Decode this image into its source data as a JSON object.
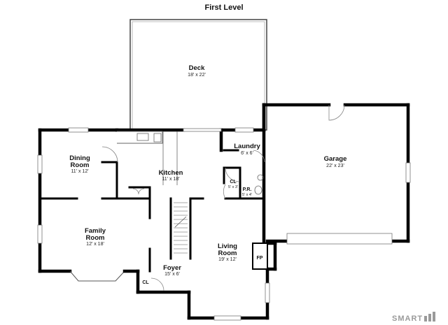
{
  "plan": {
    "title": "First Level",
    "rooms": [
      {
        "id": "deck",
        "name": "Deck",
        "dim": "18' x 22'"
      },
      {
        "id": "garage",
        "name": "Garage",
        "dim": "22' x 23'"
      },
      {
        "id": "laundry",
        "name": "Laundry",
        "dim": "6' x 6'"
      },
      {
        "id": "dining",
        "name": "Dining Room",
        "dim": "11' x 12'"
      },
      {
        "id": "kitchen",
        "name": "Kitchen",
        "dim": "11' x 18'"
      },
      {
        "id": "family",
        "name": "Family Room",
        "dim": "12' x 18'"
      },
      {
        "id": "living",
        "name": "Living Room",
        "dim": "19' x 12'"
      },
      {
        "id": "foyer",
        "name": "Foyer",
        "dim": "15' x 6'"
      }
    ],
    "closet_cl": "CL",
    "closet_cl_dim": "5' x 3'",
    "powder_room": "P.R.",
    "powder_room_dim": "5' x 4'",
    "foyer_closet": "CL",
    "fireplace": "FP"
  },
  "brand": {
    "logo_text": "SMART"
  }
}
